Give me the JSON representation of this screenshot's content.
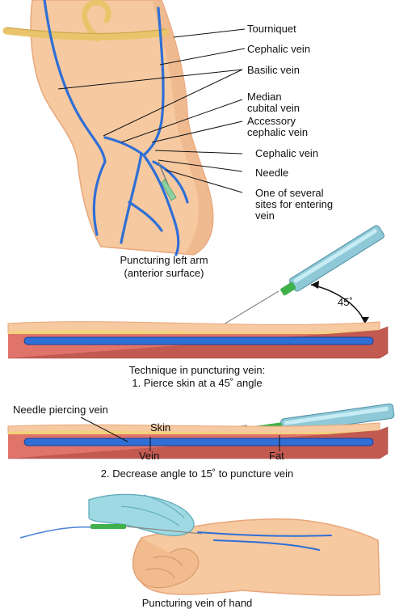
{
  "arm_diagram": {
    "labels": {
      "tourniquet": "Tourniquet",
      "cephalic_vein_upper": "Cephalic vein",
      "basilic_vein": "Basilic vein",
      "median_cubital_1": "Median",
      "median_cubital_2": "cubital vein",
      "accessory_cephalic_1": "Accessory",
      "accessory_cephalic_2": "cephalic vein",
      "cephalic_vein_lower": "Cephalic vein",
      "needle": "Needle",
      "sites_1": "One of several",
      "sites_2": "sites for entering",
      "sites_3": "vein"
    },
    "caption_1": "Puncturing left arm",
    "caption_2": "(anterior surface)"
  },
  "technique_45": {
    "angle_label": "45˚",
    "caption_1": "Technique in puncturing vein:",
    "caption_2": "1. Pierce skin at a 45˚ angle"
  },
  "technique_15": {
    "needle_piercing_label": "Needle piercing vein",
    "skin_label": "Skin",
    "vein_label": "Vein",
    "fat_label": "Fat",
    "caption": "2. Decrease angle to 15˚ to puncture vein"
  },
  "hand_diagram": {
    "caption": "Puncturing vein of hand"
  },
  "colors": {
    "skin": "#f6c9a0",
    "skin_dark": "#e8a77c",
    "fat": "#f2d27a",
    "tissue": "#e0736a",
    "vein": "#2f6fd6",
    "glove": "#9fd9e3",
    "syringe": "#8fc9d8",
    "needle_hub": "#3fb04a"
  }
}
